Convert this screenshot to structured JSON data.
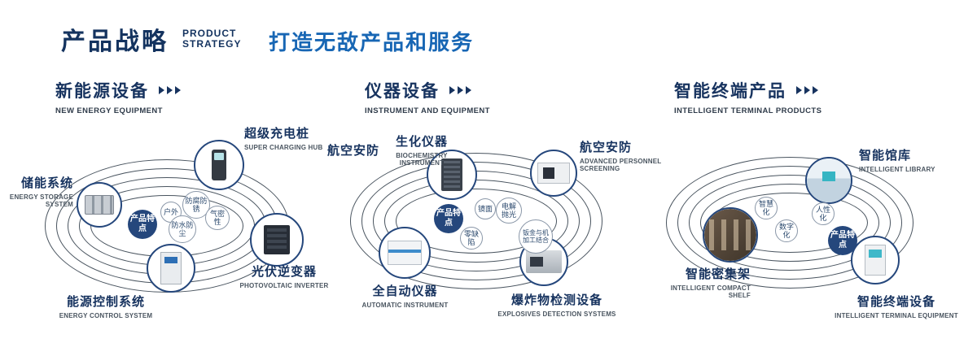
{
  "colors": {
    "navy": "#17335f",
    "blue": "#1766b4"
  },
  "header": {
    "title_cn": "产品战略",
    "title_en_line1": "PRODUCT",
    "title_en_line2": "STRATEGY",
    "slogan": "打造无敌产品和服务"
  },
  "sections": [
    {
      "title_cn": "新能源设备",
      "title_en": "NEW ENERGY EQUIPMENT",
      "center_label": "产品特点",
      "features": [
        "户外",
        "防腐防锈",
        "气密性",
        "防水防尘"
      ],
      "products": [
        {
          "cn": "储能系统",
          "en": "ENERGY STORAGE SYSTEM"
        },
        {
          "cn": "超级充电桩",
          "en": "SUPER CHARGING HUB"
        },
        {
          "cn": "光伏逆变器",
          "en": "PHOTOVOLTAIC INVERTER"
        },
        {
          "cn": "能源控制系统",
          "en": "ENERGY CONTROL SYSTEM"
        }
      ]
    },
    {
      "title_cn": "仪器设备",
      "title_en": "INSTRUMENT AND EQUIPMENT",
      "center_label": "产品特点",
      "side_label": "航空安防",
      "features": [
        "镜面",
        "电解抛光",
        "零缺陷",
        "钣金与机加工结合"
      ],
      "products": [
        {
          "cn": "生化仪器",
          "en": "BIOCHEMISTRY INSTRUMENT"
        },
        {
          "cn": "航空安防",
          "en": "ADVANCED PERSONNEL SCREENING"
        },
        {
          "cn": "全自动仪器",
          "en": "AUTOMATIC INSTRUMENT"
        },
        {
          "cn": "爆炸物检测设备",
          "en": "EXPLOSIVES DETECTION SYSTEMS"
        }
      ]
    },
    {
      "title_cn": "智能终端产品",
      "title_en": "INTELLIGENT TERMINAL PRODUCTS",
      "center_label": "产品特点",
      "features": [
        "智慧化",
        "人性化",
        "数字化"
      ],
      "products": [
        {
          "cn": "智能馆库",
          "en": "INTELLIGENT LIBRARY"
        },
        {
          "cn": "智能密集架",
          "en": "INTELLIGENT COMPACT SHELF"
        },
        {
          "cn": "智能终端设备",
          "en": "INTELLIGENT TERMINAL EQUIPMENT"
        }
      ]
    }
  ]
}
